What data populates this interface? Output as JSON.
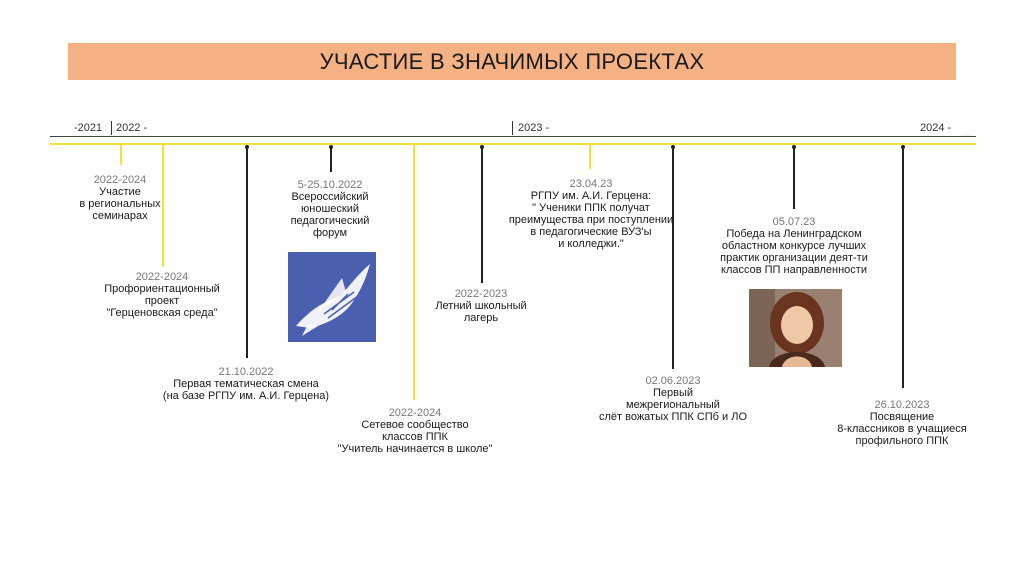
{
  "title": "УЧАСТИЕ В ЗНАЧИМЫХ ПРОЕКТАХ",
  "timeline": {
    "years": [
      "-2021",
      "2022 -",
      "2023 -",
      "2024 -"
    ],
    "more": "..."
  },
  "events": [
    {
      "date": "2022-2024",
      "text": "Участие\nв региональных\nсеминарах"
    },
    {
      "date": "2022-2024",
      "text": "Профориентационный\nпроект\n\"Герценовская среда\""
    },
    {
      "date": "21.10.2022",
      "text": "Первая тематическая смена\n(на базе РГПУ им. А.И. Герцена)"
    },
    {
      "date": "5-25.10.2022",
      "text": "Всероссийский\nюношеский\nпедагогический\nфорум"
    },
    {
      "date": "2022-2024",
      "text": "Сетевое сообщество\nклассов ППК\n\"Учитель начинается в школе\""
    },
    {
      "date": "2022-2023",
      "text": "Летний школьный\nлагерь"
    },
    {
      "date": "23.04.23",
      "text": "РГПУ им. А.И. Герцена:\n\" Ученики ППК получат\nпреимущества при поступлении\nв педагогические ВУЗ'ы\nи колледжи.\""
    },
    {
      "date": "02.06.2023",
      "text": "Первый\nмежрегиональный\nслёт вожатых ППК СПб и ЛО"
    },
    {
      "date": "05.07.23",
      "text": "Победа на Ленинградском\nобластном конкурсе лучших\nпрактик организации деят-ти\nклассов ПП направленности"
    },
    {
      "date": "26.10.2023",
      "text": "Посвящение\n8-классников в учащиеся\nпрофильного ППК"
    }
  ]
}
